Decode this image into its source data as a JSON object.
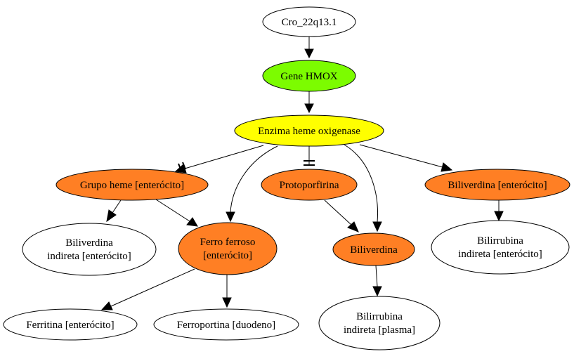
{
  "colors": {
    "default_fill": "#ffffff",
    "green": "#7cfc00",
    "yellow": "#ffff00",
    "orange": "#ff7f24"
  },
  "nodes": {
    "cro": {
      "lines": [
        "Cro_22q13.1"
      ],
      "color": "default_fill"
    },
    "gene": {
      "lines": [
        "Gene HMOX"
      ],
      "color": "green"
    },
    "enzima": {
      "lines": [
        "Enzima heme oxigenase"
      ],
      "color": "yellow"
    },
    "grupo_heme": {
      "lines": [
        "Grupo heme [enterócito]"
      ],
      "color": "orange"
    },
    "protoporfirina": {
      "lines": [
        "Protoporfirina"
      ],
      "color": "orange"
    },
    "biliverdina_ent": {
      "lines": [
        "Biliverdina [enterócito]"
      ],
      "color": "orange"
    },
    "biliverdina_ind": {
      "lines": [
        "Biliverdina",
        "indireta [enterócito]"
      ],
      "color": "default_fill"
    },
    "ferro": {
      "lines": [
        "Ferro ferroso",
        "[enterócito]"
      ],
      "color": "orange"
    },
    "biliverdina": {
      "lines": [
        "Biliverdina"
      ],
      "color": "orange"
    },
    "bilirrubina_ent": {
      "lines": [
        "Bilirrubina",
        "indireta [enterócito]"
      ],
      "color": "default_fill"
    },
    "ferritina": {
      "lines": [
        "Ferritina [enterócito]"
      ],
      "color": "default_fill"
    },
    "ferroportina": {
      "lines": [
        "Ferroportina [duodeno]"
      ],
      "color": "default_fill"
    },
    "bilirrubina_plasma": {
      "lines": [
        "Bilirrubina",
        "indireta [plasma]"
      ],
      "color": "default_fill"
    }
  },
  "edges": [
    {
      "from": "cro",
      "to": "gene"
    },
    {
      "from": "gene",
      "to": "enzima"
    },
    {
      "from": "enzima",
      "to": "grupo_heme"
    },
    {
      "from": "enzima",
      "to": "ferro"
    },
    {
      "from": "enzima",
      "to": "protoporfirina"
    },
    {
      "from": "enzima",
      "to": "biliverdina"
    },
    {
      "from": "enzima",
      "to": "biliverdina_ent"
    },
    {
      "from": "grupo_heme",
      "to": "biliverdina_ind"
    },
    {
      "from": "grupo_heme",
      "to": "ferro"
    },
    {
      "from": "protoporfirina",
      "to": "biliverdina"
    },
    {
      "from": "biliverdina_ent",
      "to": "bilirrubina_ent"
    },
    {
      "from": "ferro",
      "to": "ferritina"
    },
    {
      "from": "ferro",
      "to": "ferroportina"
    },
    {
      "from": "biliverdina",
      "to": "bilirrubina_plasma"
    }
  ]
}
